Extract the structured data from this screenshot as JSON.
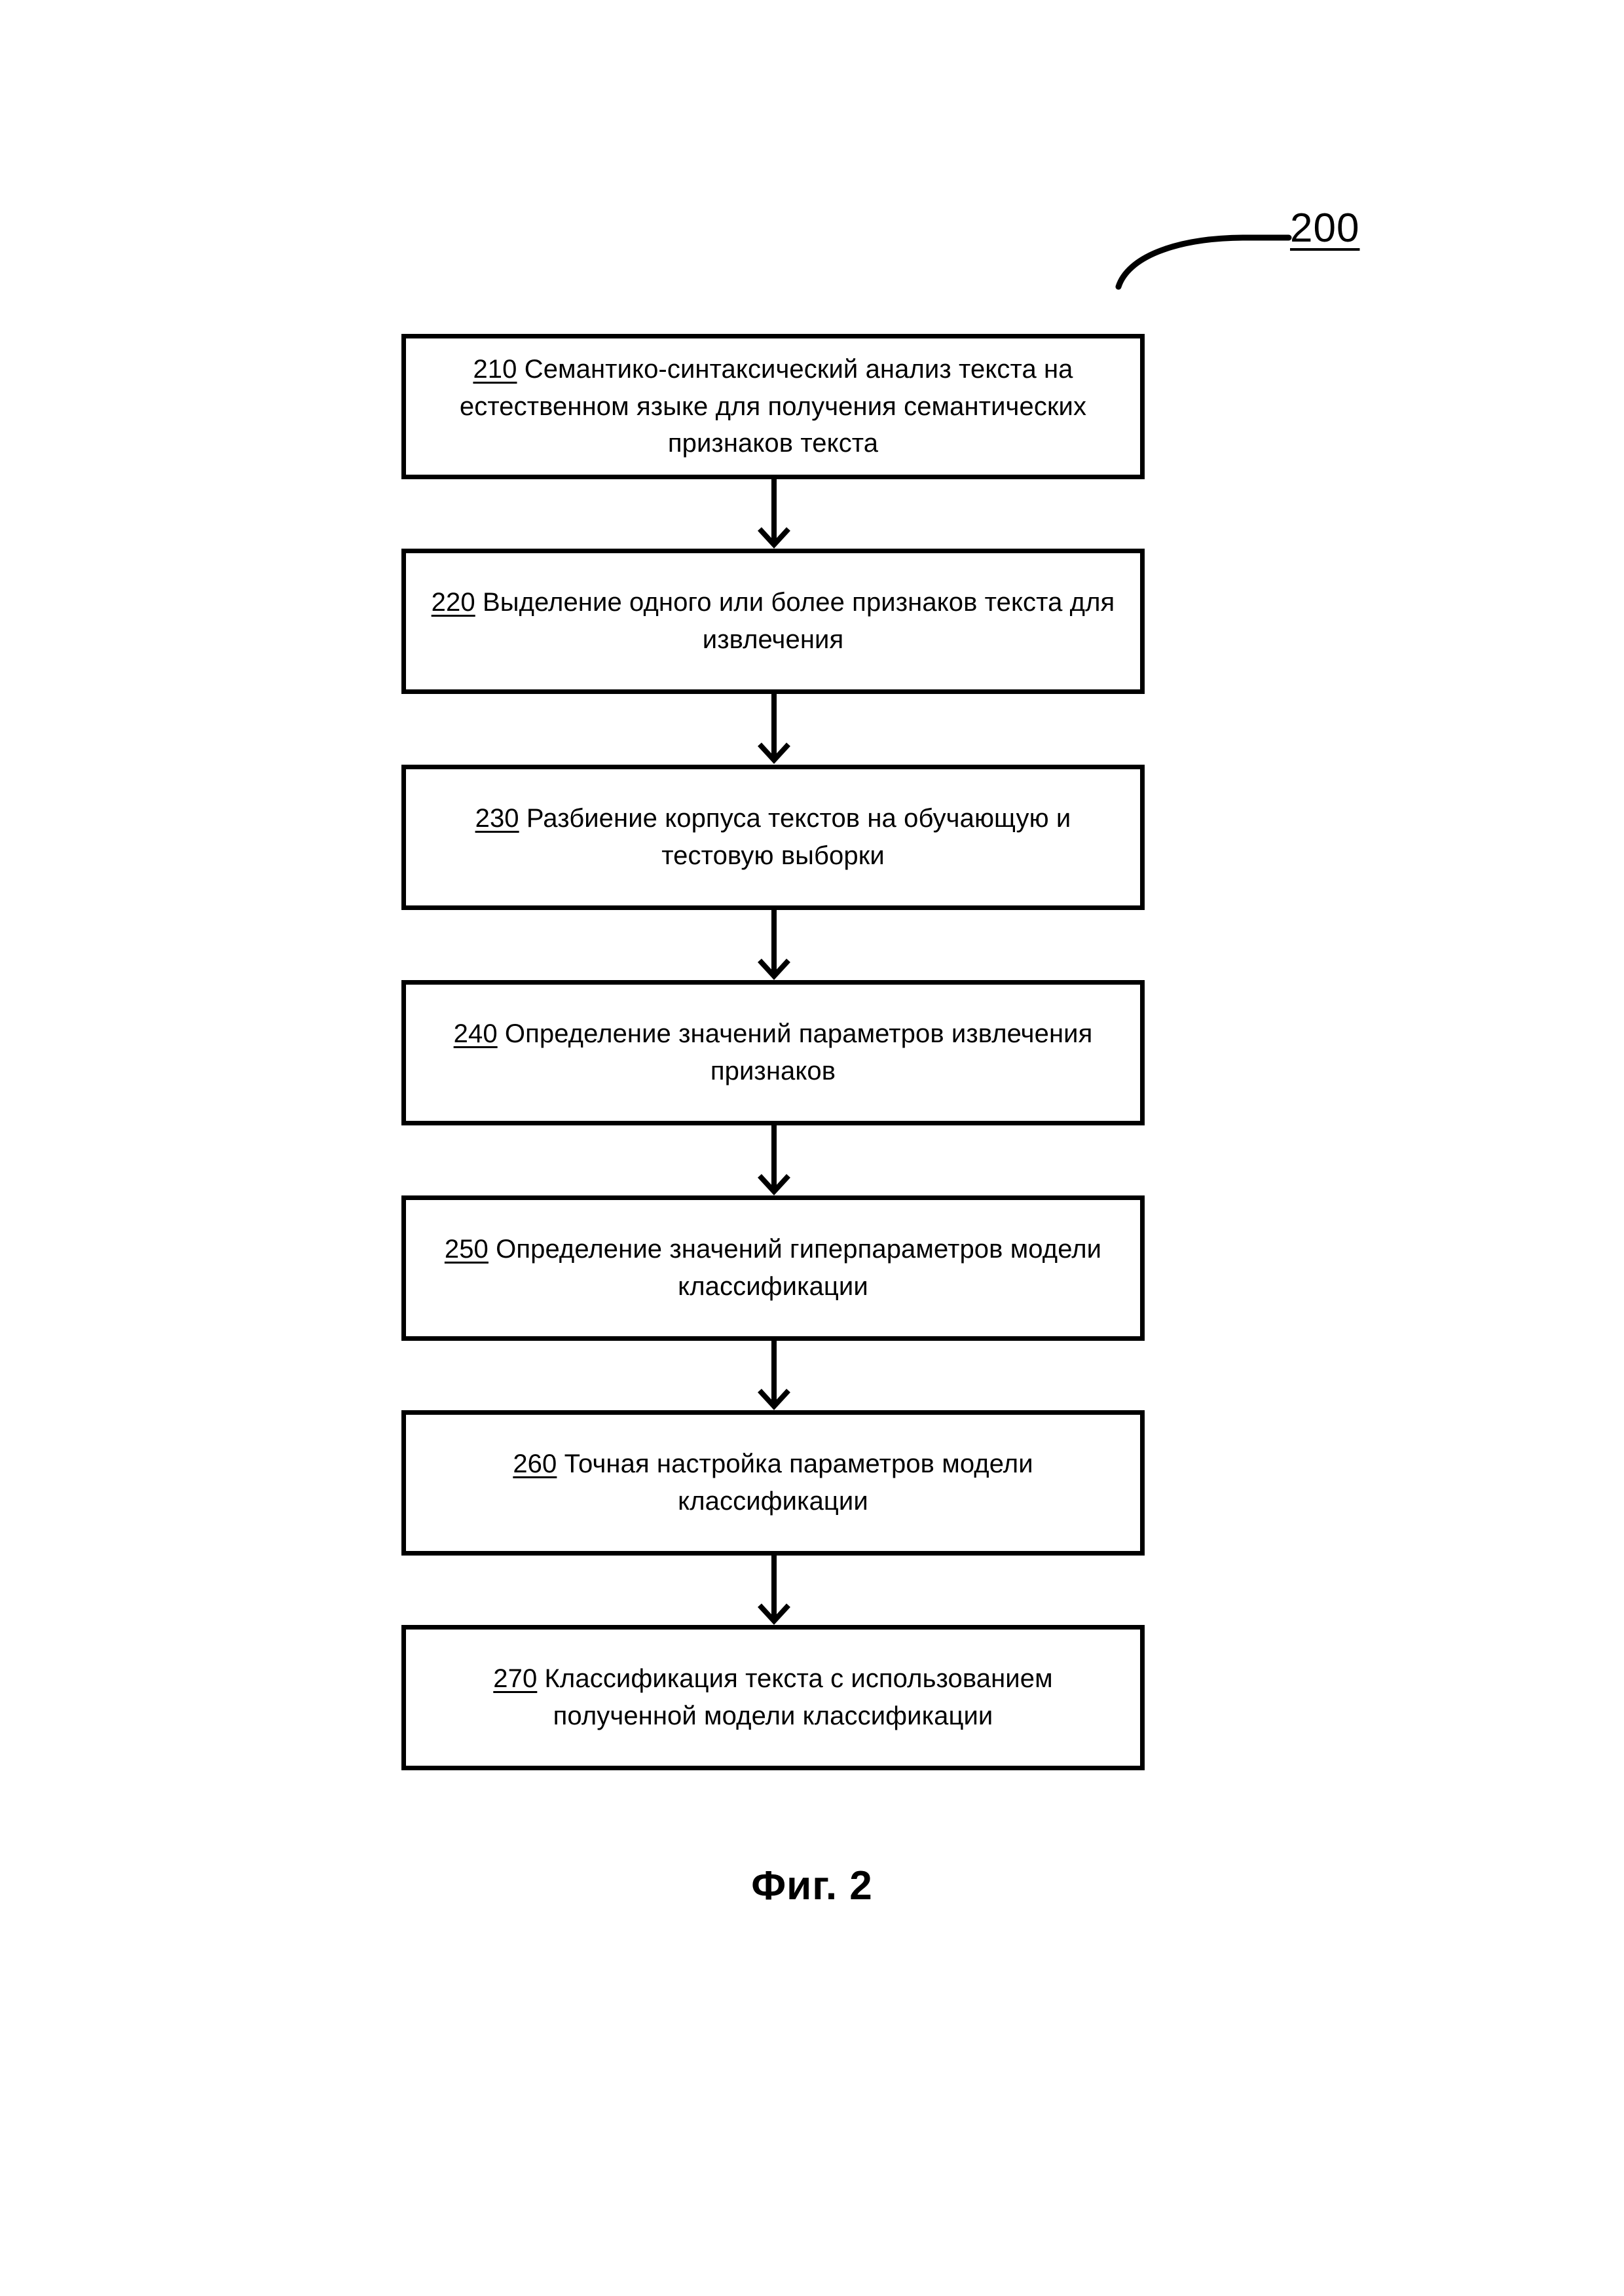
{
  "figure": {
    "reference_numeral": "200",
    "caption": "Фиг. 2",
    "type": "patent-flowchart",
    "language": "ru"
  },
  "flowchart": {
    "orientation": "vertical-top-to-bottom",
    "stroke_color": "#000000",
    "fill_color": "#ffffff",
    "steps": [
      {
        "number": "210",
        "text": "Семантико-синтаксический анализ текста на естественном языке для получения семантических признаков текста"
      },
      {
        "number": "220",
        "text": "Выделение одного или более признаков текста для извлечения"
      },
      {
        "number": "230",
        "text": "Разбиение корпуса текстов на обучающую и тестовую выборки"
      },
      {
        "number": "240",
        "text": "Определение значений параметров извлечения признаков"
      },
      {
        "number": "250",
        "text": "Определение значений гиперпараметров модели классификации"
      },
      {
        "number": "260",
        "text": "Точная настройка параметров модели классификации"
      },
      {
        "number": "270",
        "text": "Классификация текста с использованием полученной модели классификации"
      }
    ],
    "connectors": [
      {
        "from": "210",
        "to": "220",
        "style": "arrow-down"
      },
      {
        "from": "220",
        "to": "230",
        "style": "arrow-down"
      },
      {
        "from": "230",
        "to": "240",
        "style": "arrow-down"
      },
      {
        "from": "240",
        "to": "250",
        "style": "arrow-down"
      },
      {
        "from": "250",
        "to": "260",
        "style": "arrow-down"
      },
      {
        "from": "260",
        "to": "270",
        "style": "arrow-down"
      }
    ]
  }
}
